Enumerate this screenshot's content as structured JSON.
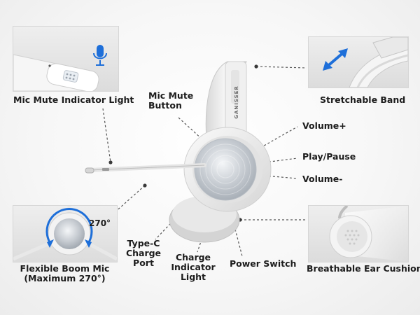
{
  "brand_text": "GANISSER",
  "callouts": {
    "mic_mute_light": "Mic Mute Indicator Light",
    "mic_mute_button_line1": "Mic Mute",
    "mic_mute_button_line2": "Button",
    "stretchable_band": "Stretchable Band",
    "volume_up": "Volume+",
    "play_pause": "Play/Pause",
    "volume_down": "Volume-",
    "type_c_line1": "Type-C",
    "type_c_line2": "Charge",
    "type_c_line3": "Port",
    "charge_indicator_line1": "Charge",
    "charge_indicator_line2": "Indicator",
    "charge_indicator_line3": "Light",
    "power_switch": "Power Switch",
    "boom_mic_line1": "Flexible Boom Mic",
    "boom_mic_line2": "(Maximum 270°)",
    "ear_cushion": "Breathable Ear Cushion",
    "rotation_badge": "270°"
  },
  "colors": {
    "accent_blue": "#1e6fd9",
    "text": "#1c1c1c",
    "leader_line": "#555555"
  },
  "icons": [
    "microphone-icon",
    "double-arrow-icon",
    "rotation-arc-icon"
  ]
}
